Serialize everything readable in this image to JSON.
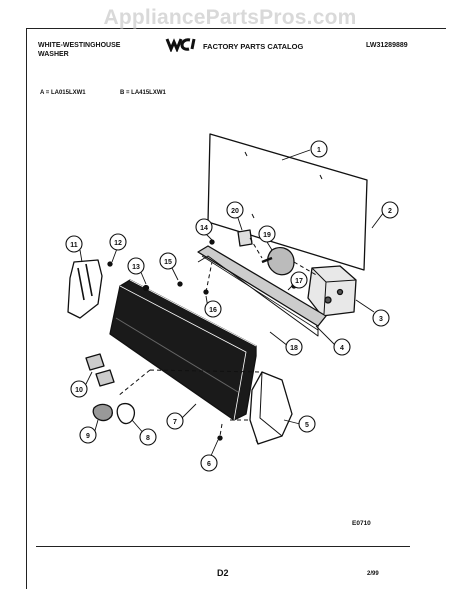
{
  "watermark": "AppliancePartsPros.com",
  "header": {
    "brand_line1": "WHITE-WESTINGHOUSE",
    "brand_line2": "WASHER",
    "logo_text": "WCI",
    "catalog_title": "FACTORY PARTS CATALOG",
    "document_number": "LW31289889"
  },
  "models": {
    "a": "A = LA015LXW1",
    "b": "B = LA415LXW1"
  },
  "callouts": [
    "1",
    "2",
    "3",
    "4",
    "5",
    "6",
    "7",
    "8",
    "9",
    "10",
    "11",
    "12",
    "13",
    "14",
    "15",
    "16",
    "17",
    "18",
    "19",
    "20"
  ],
  "footer": {
    "figure_code": "E0710",
    "page_label": "D2",
    "date": "2/99"
  }
}
